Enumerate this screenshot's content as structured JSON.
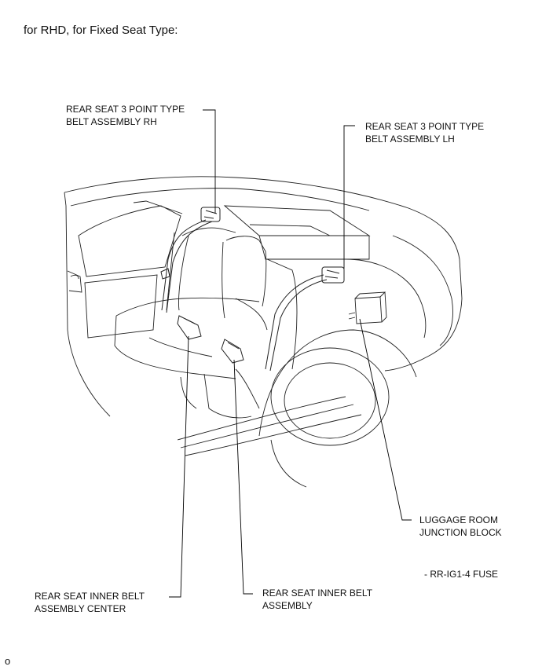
{
  "heading": "for RHD, for Fixed Seat Type:",
  "callouts": {
    "rh_belt_line1": "REAR SEAT 3 POINT TYPE",
    "rh_belt_line2": "BELT ASSEMBLY RH",
    "lh_belt_line1": "REAR SEAT 3 POINT TYPE",
    "lh_belt_line2": "BELT ASSEMBLY LH",
    "junction_line1": "LUGGAGE ROOM",
    "junction_line2": "JUNCTION BLOCK",
    "fuse": "- RR-IG1-4 FUSE",
    "center_line1": "REAR SEAT INNER BELT",
    "center_line2": "ASSEMBLY CENTER",
    "inner_line1": "REAR SEAT INNER BELT",
    "inner_line2": "ASSEMBLY"
  },
  "footer": "o"
}
